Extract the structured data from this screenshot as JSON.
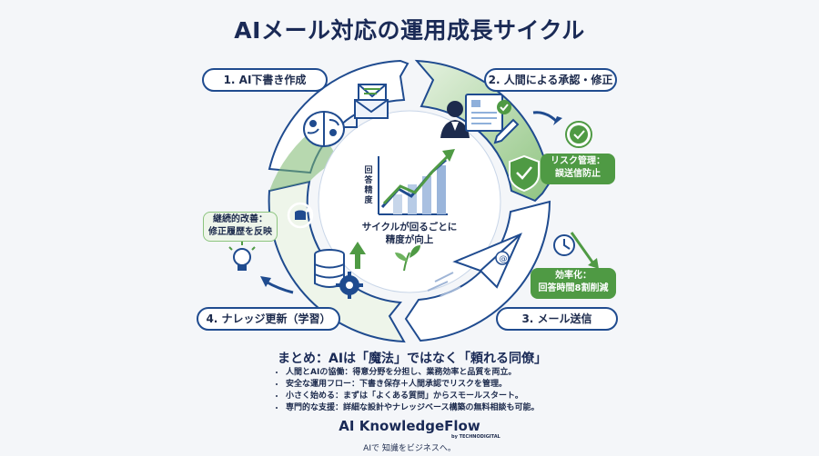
{
  "title": "AIメール対応の運用成長サイクル",
  "steps": {
    "s1": "1. AI下書き作成",
    "s2": "2. 人間による承認・修正",
    "s3": "3. メール送信",
    "s4": "4. ナレッジ更新（学習）"
  },
  "callouts": {
    "risk": [
      "リスク管理：",
      "誤送信防止"
    ],
    "efficiency": [
      "効率化：",
      "回答時間8割削減"
    ],
    "improve": [
      "継続的改善：",
      "修正履歴を反映"
    ]
  },
  "center": {
    "ylabel": "回答精度",
    "caption": [
      "サイクルが回るごとに",
      "精度が向上"
    ]
  },
  "summary": {
    "heading": "まとめ：AIは「魔法」ではなく「頼れる同僚」",
    "items": [
      "人間とAIの協働：得意分野を分担し、業務効率と品質を両立。",
      "安全な運用フロー：下書き保存＋人間承認でリスクを管理。",
      "小さく始める：まずは「よくある質問」からスモールスタート。",
      "専門的な支援：詳細な設計やナレッジベース構築の無料相談も可能。"
    ]
  },
  "brand": {
    "name": "AI KnowledgeFlow",
    "by": "by TECHNODIGITAL",
    "tagline": "AIで 知識をビジネスへ。"
  },
  "colors": {
    "navy": "#1f4b8f",
    "green": "#4f9a44",
    "light_green": "#dcecd5",
    "bg": "#f4f6f9"
  },
  "icons": [
    "brain-icon",
    "envelope-icon",
    "person-icon",
    "document-icon",
    "pen-icon",
    "check-icon",
    "shield-icon",
    "paper-plane-icon",
    "clock-icon",
    "database-icon",
    "gear-icon",
    "lightbulb-icon",
    "sync-icon",
    "growth-chart-icon",
    "sprout-icon"
  ]
}
